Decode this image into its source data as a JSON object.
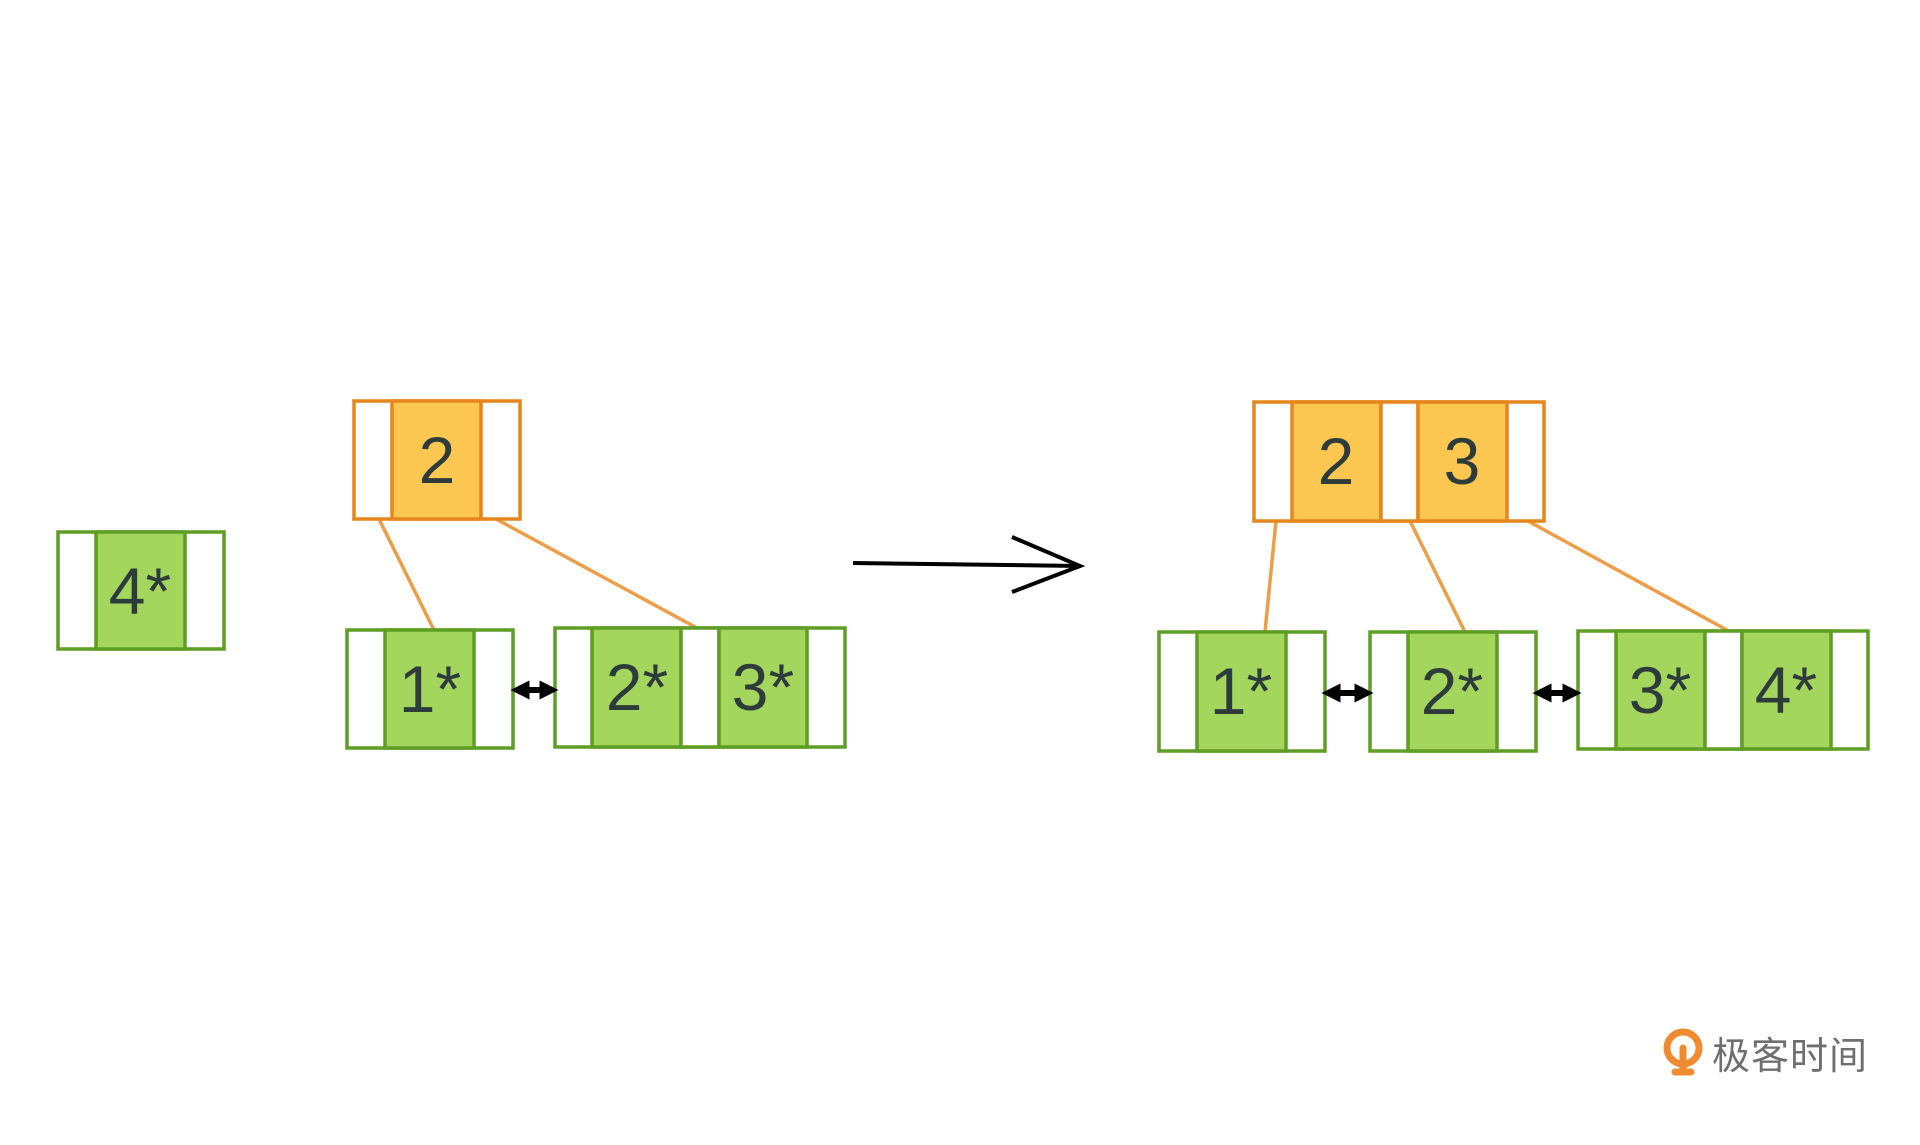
{
  "left_state": {
    "pending_leaf": {
      "key": "4*"
    },
    "internal_node": {
      "keys": [
        "2"
      ]
    },
    "leaves": [
      {
        "keys": [
          "1*"
        ]
      },
      {
        "keys": [
          "2*",
          "3*"
        ]
      }
    ]
  },
  "right_state": {
    "internal_node": {
      "keys": [
        "2",
        "3"
      ]
    },
    "leaves": [
      {
        "keys": [
          "1*"
        ]
      },
      {
        "keys": [
          "2*"
        ]
      },
      {
        "keys": [
          "3*",
          "4*"
        ]
      }
    ]
  },
  "colors": {
    "leaf_fill": "#a4d65e",
    "leaf_border": "#5e9e24",
    "internal_fill": "#fbc751",
    "internal_border": "#e6861c",
    "edge": "#ee9e46",
    "arrow": "#000000",
    "text": "#2e3b3b"
  },
  "watermark": {
    "text": "极客时间",
    "icon": "geektime-logo-icon"
  }
}
